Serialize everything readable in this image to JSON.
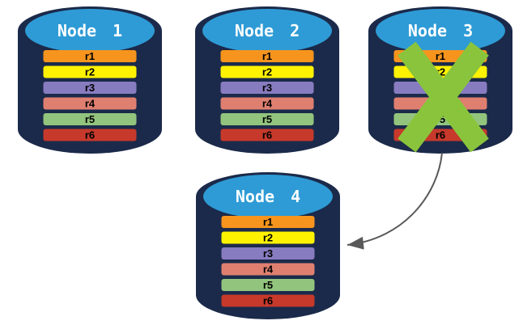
{
  "colors": {
    "background": "#FFFFFF",
    "cylinder_body": "#1B2A4A",
    "cylinder_top": "#2E9BD6",
    "node_label": "#FFFFFF",
    "row_label": "#000000",
    "failure_cross": "#8AC43C",
    "arrow": "#595959"
  },
  "row_colors": {
    "r1": "#F7941D",
    "r2": "#FFF200",
    "r3": "#887CC0",
    "r4": "#DF7F70",
    "r5": "#92C47D",
    "r6": "#C6392B"
  },
  "nodes": [
    {
      "label": "Node 1",
      "rows": [
        "r1",
        "r2",
        "r3",
        "r4",
        "r5",
        "r6"
      ]
    },
    {
      "label": "Node 2",
      "rows": [
        "r1",
        "r2",
        "r3",
        "r4",
        "r5",
        "r6"
      ]
    },
    {
      "label": "Node 3",
      "rows": [
        "r1",
        "r2",
        "r3",
        "r4",
        "r5",
        "r6"
      ]
    },
    {
      "label": "Node 4",
      "rows": [
        "r1",
        "r2",
        "r3",
        "r4",
        "r5",
        "r6"
      ]
    }
  ],
  "annotations": {
    "failure_cross": {
      "on_node": "Node 3"
    },
    "arrow": {
      "from": "Node 3",
      "to": "Node 4"
    }
  }
}
